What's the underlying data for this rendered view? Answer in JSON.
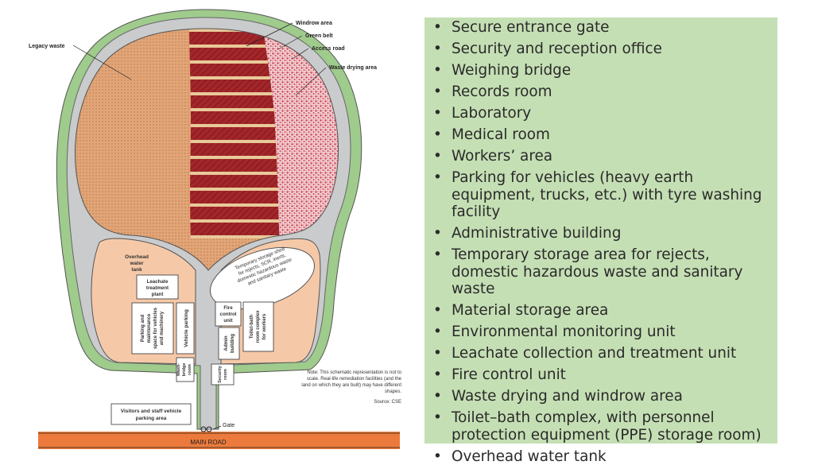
{
  "diagram": {
    "callouts": {
      "legacy_waste": "Legacy waste",
      "windrow_area": "Windrow area",
      "green_belt": "Green belt",
      "access_road": "Access road",
      "waste_drying_area": "Waste drying area"
    },
    "zones": {
      "overhead_tank": [
        "Overhead",
        "water",
        "tank"
      ],
      "leachate_plant": [
        "Leachate",
        "treatment",
        "plant"
      ],
      "parking_maintenance": [
        "Parking and",
        "maintenance",
        "space for vehicles",
        "and machinery"
      ],
      "vehicle_parking": "Vehicle parking",
      "wash_bridge": [
        "Wash-",
        "bridge",
        "room"
      ],
      "temporary_storage": [
        "Temporary storage shed",
        "for rejects, SCR, inerts,",
        "domestic hazardous waste",
        "and sanitary waste"
      ],
      "fire_control": [
        "Fire",
        "control",
        "unit"
      ],
      "toilet_bath": [
        "Toilet-bath",
        "room complex",
        "for workers"
      ],
      "admin_building": [
        "Admin",
        "building"
      ],
      "security_room": [
        "Security",
        "room"
      ],
      "visitors_parking": [
        "Visitors and staff vehicle",
        "parking area"
      ]
    },
    "gate": "Gate",
    "main_road": "MAIN ROAD",
    "note": [
      "Note: This schematic representation is not to",
      "scale. Real-life remediation facilities (and the",
      "land on which they are built) may have different",
      "shapes."
    ],
    "source": "Source: CSE",
    "colors": {
      "legacy": "#e2a577",
      "windrow": "#a3262a",
      "drying": "#d0606a",
      "belt": "#9fcb8c",
      "road": "#c9cbcd",
      "zone": "#f5c9a8",
      "main_road": "#ec7a3c"
    }
  },
  "bullets": [
    "Secure entrance gate",
    "Security and reception office",
    "Weighing bridge",
    "Records room",
    "Laboratory",
    "Medical room",
    "Workers’ area",
    "Parking for vehicles (heavy earth equipment, trucks, etc.) with tyre washing facility",
    "Administrative building",
    "Temporary storage area for rejects, domestic hazardous waste and sanitary waste",
    "Material storage area",
    "Environmental monitoring unit",
    "Leachate collection and treatment unit",
    "Fire control unit",
    "Waste drying and windrow area",
    "Toilet–bath complex, with personnel protection equipment (PPE) storage room)",
    "Overhead water tank"
  ]
}
